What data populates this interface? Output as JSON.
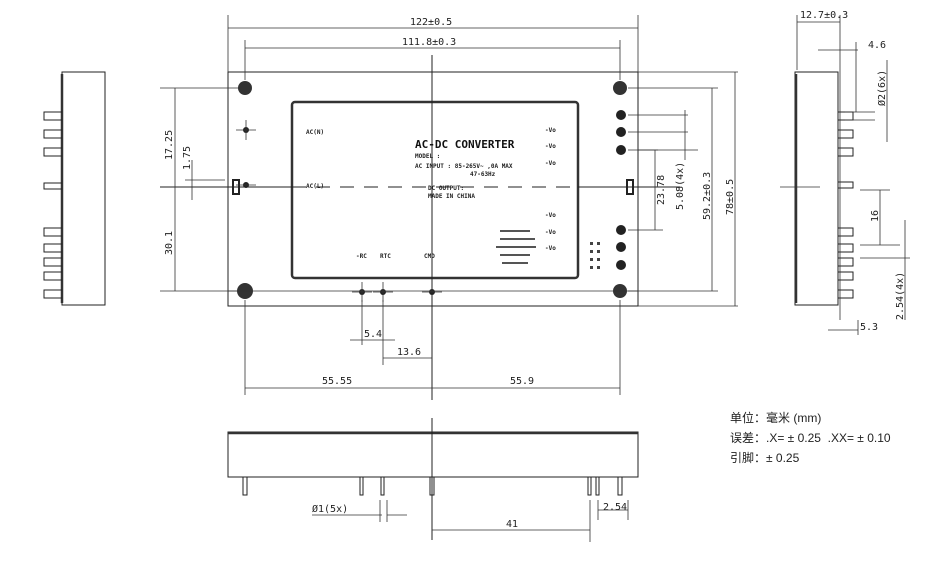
{
  "dimensions": {
    "overall_length": "122±0.5",
    "hole_pitch_x": "111.8±0.3",
    "top_to_center": "17.25",
    "offset_small": "1.75",
    "center_to_bottom": "30.1",
    "pin_span_right": "23.78",
    "pin_pitch_right": "5.08(4x)",
    "hole_pitch_y": "59.2±0.3",
    "overall_width": "78±0.5",
    "height": "12.7±0.3",
    "pin_offset_side": "4.6",
    "pin_dia_large": "Ø2(6x)",
    "side_spacing": "16",
    "pin_pitch_side": "2.54(4x)",
    "pin_length": "5.3",
    "pin_pitch_bottom": "5.4",
    "pin_offset_bottom": "13.6",
    "left_half": "55.55",
    "right_half": "55.9",
    "pin_dia_small": "Ø1(5x)",
    "pin_distance": "41",
    "pin_pitch_small": "2.54"
  },
  "label": {
    "title": "AC-DC CONVERTER",
    "model": "MODEL :",
    "ac_input": "AC INPUT : 85-265V~ ,0A MAX",
    "freq": "47-63Hz",
    "dc_output": "DC OUTPUT:",
    "made_in": "MADE IN CHINA",
    "pin_acn": "AC(N)",
    "pin_acl": "AC(L)",
    "pin_vo": "-Vo",
    "pin_rc": "-RC",
    "pin_rtc": "RTC",
    "pin_cmd": "CMD"
  },
  "notes": {
    "unit": "单位：毫米 (mm)",
    "tolerance": "误差：.X= ± 0.25  .XX= ± 0.10",
    "pins": "引脚：± 0.25"
  }
}
